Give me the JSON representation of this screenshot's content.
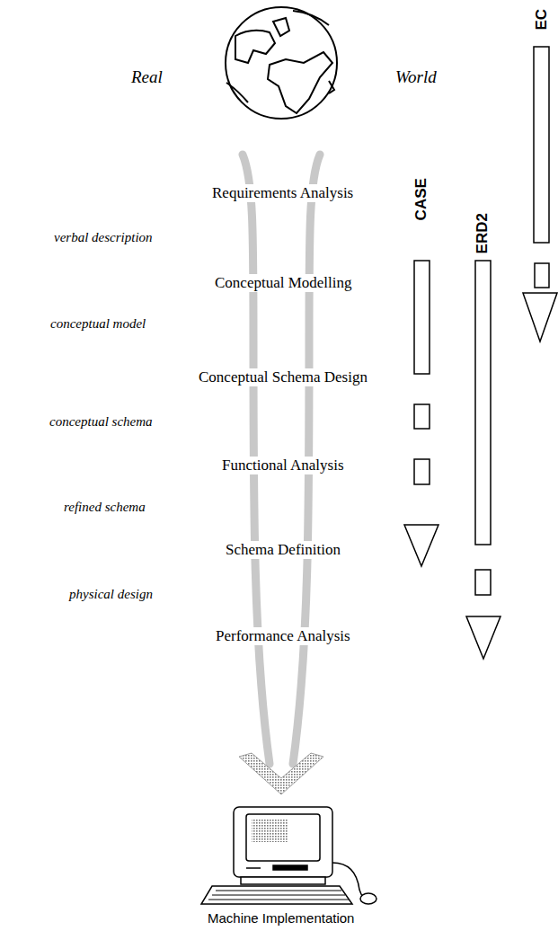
{
  "diagram": {
    "caption": "Machine Implementation",
    "labels": [
      "Real",
      "World",
      "EC",
      "CASE",
      "ERD2",
      "Requirements Analysis",
      "verbal description",
      "Conceptual Modelling",
      "conceptual model",
      "Conceptual Schema Design",
      "conceptual schema",
      "Functional Analysis",
      "refined schema",
      "Schema Definition",
      "physical design",
      "Performance Analysis"
    ]
  }
}
